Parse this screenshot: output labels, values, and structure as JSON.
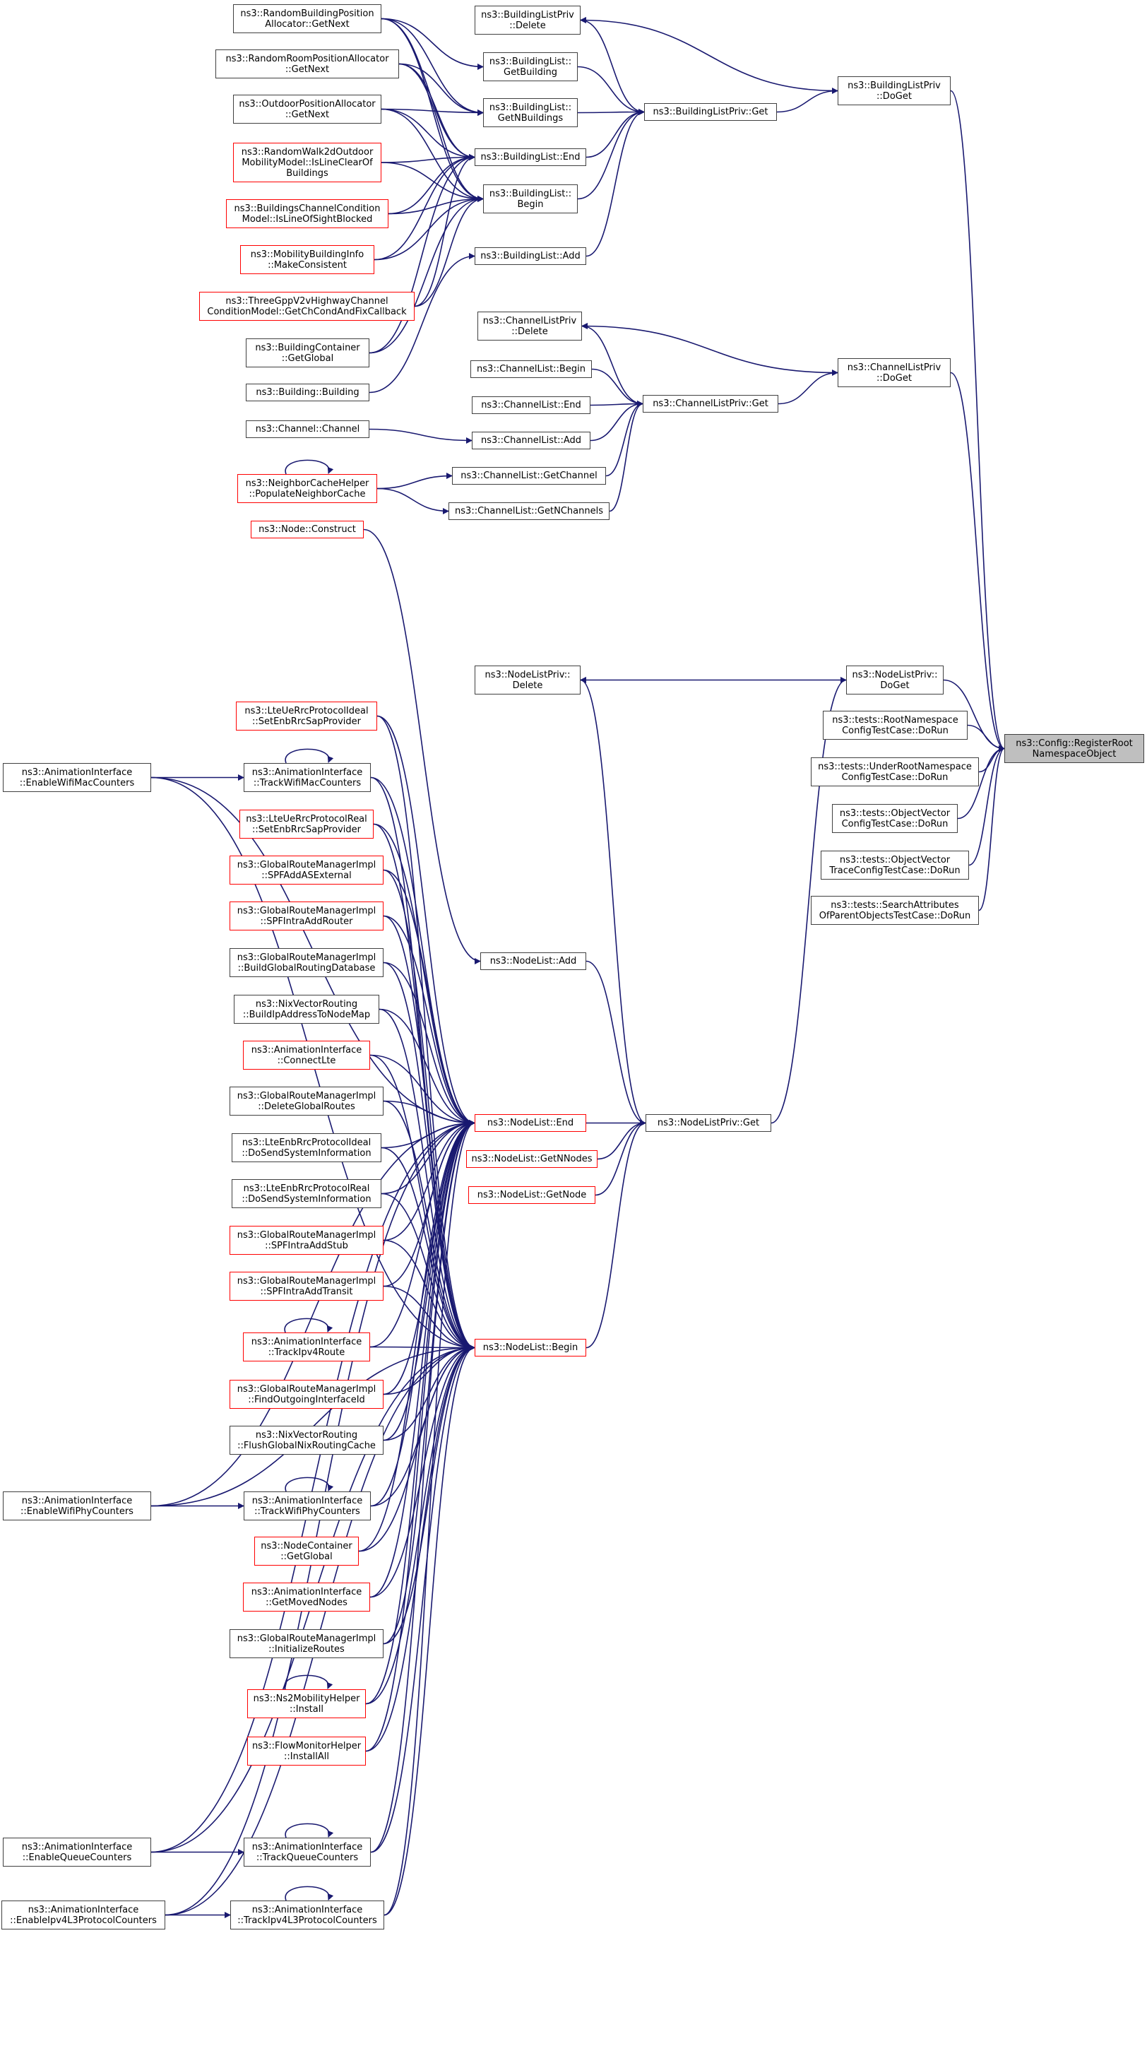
{
  "colors": {
    "edge": "#191970",
    "border": "#404040",
    "truncated_border": "#ff0000",
    "root_fill": "#bfbfbf"
  },
  "nodes": [
    {
      "id": "rbpa",
      "lines": [
        "ns3::RandomBuildingPosition",
        "Allocator::GetNext"
      ],
      "red": false
    },
    {
      "id": "rrpa",
      "lines": [
        "ns3::RandomRoomPositionAllocator",
        "::GetNext"
      ],
      "red": false
    },
    {
      "id": "opa",
      "lines": [
        "ns3::OutdoorPositionAllocator",
        "::GetNext"
      ],
      "red": false
    },
    {
      "id": "rw2d",
      "lines": [
        "ns3::RandomWalk2dOutdoor",
        "MobilityModel::IsLineClearOf",
        "Buildings"
      ],
      "red": true
    },
    {
      "id": "bccm",
      "lines": [
        "ns3::BuildingsChannelCondition",
        "Model::IsLineOfSightBlocked"
      ],
      "red": true
    },
    {
      "id": "mbi",
      "lines": [
        "ns3::MobilityBuildingInfo",
        "::MakeConsistent"
      ],
      "red": true
    },
    {
      "id": "tgpp",
      "lines": [
        "ns3::ThreeGppV2vHighwayChannel",
        "ConditionModel::GetChCondAndFixCallback"
      ],
      "red": true
    },
    {
      "id": "bcont",
      "lines": [
        "ns3::BuildingContainer",
        "::GetGlobal"
      ],
      "red": false
    },
    {
      "id": "bbld",
      "lines": [
        "ns3::Building::Building"
      ],
      "red": false
    },
    {
      "id": "chch",
      "lines": [
        "ns3::Channel::Channel"
      ],
      "red": false
    },
    {
      "id": "nch",
      "lines": [
        "ns3::NeighborCacheHelper",
        "::PopulateNeighborCache"
      ],
      "red": true
    },
    {
      "id": "ncons",
      "lines": [
        "ns3::Node::Construct"
      ],
      "red": true
    },
    {
      "id": "blpdel",
      "lines": [
        "ns3::BuildingListPriv",
        "::Delete"
      ],
      "red": false
    },
    {
      "id": "blgb",
      "lines": [
        "ns3::BuildingList::",
        "GetBuilding"
      ],
      "red": false
    },
    {
      "id": "blgn",
      "lines": [
        "ns3::BuildingList::",
        "GetNBuildings"
      ],
      "red": false
    },
    {
      "id": "blend",
      "lines": [
        "ns3::BuildingList::End"
      ],
      "red": false
    },
    {
      "id": "blbeg",
      "lines": [
        "ns3::BuildingList::",
        "Begin"
      ],
      "red": false
    },
    {
      "id": "bladd",
      "lines": [
        "ns3::BuildingList::Add"
      ],
      "red": false
    },
    {
      "id": "clpdel",
      "lines": [
        "ns3::ChannelListPriv",
        "::Delete"
      ],
      "red": false
    },
    {
      "id": "clbeg",
      "lines": [
        "ns3::ChannelList::Begin"
      ],
      "red": false
    },
    {
      "id": "clend",
      "lines": [
        "ns3::ChannelList::End"
      ],
      "red": false
    },
    {
      "id": "cladd",
      "lines": [
        "ns3::ChannelList::Add"
      ],
      "red": false
    },
    {
      "id": "clgc",
      "lines": [
        "ns3::ChannelList::GetChannel"
      ],
      "red": false
    },
    {
      "id": "clgn",
      "lines": [
        "ns3::ChannelList::GetNChannels"
      ],
      "red": false
    },
    {
      "id": "blpget",
      "lines": [
        "ns3::BuildingListPriv::Get"
      ],
      "red": false
    },
    {
      "id": "clpget",
      "lines": [
        "ns3::ChannelListPriv::Get"
      ],
      "red": false
    },
    {
      "id": "blpdoget",
      "lines": [
        "ns3::BuildingListPriv",
        "::DoGet"
      ],
      "red": false
    },
    {
      "id": "clpdoget",
      "lines": [
        "ns3::ChannelListPriv",
        "::DoGet"
      ],
      "red": false
    },
    {
      "id": "nlpdel",
      "lines": [
        "ns3::NodeListPriv::",
        "Delete"
      ],
      "red": false
    },
    {
      "id": "nlpdoget",
      "lines": [
        "ns3::NodeListPriv::",
        "DoGet"
      ],
      "red": false
    },
    {
      "id": "trns",
      "lines": [
        "ns3::tests::RootNamespace",
        "ConfigTestCase::DoRun"
      ],
      "red": false
    },
    {
      "id": "turns",
      "lines": [
        "ns3::tests::UnderRootNamespace",
        "ConfigTestCase::DoRun"
      ],
      "red": false
    },
    {
      "id": "tov",
      "lines": [
        "ns3::tests::ObjectVector",
        "ConfigTestCase::DoRun"
      ],
      "red": false
    },
    {
      "id": "tovt",
      "lines": [
        "ns3::tests::ObjectVector",
        "TraceConfigTestCase::DoRun"
      ],
      "red": false
    },
    {
      "id": "tsa",
      "lines": [
        "ns3::tests::SearchAttributes",
        "OfParentObjectsTestCase::DoRun"
      ],
      "red": false
    },
    {
      "id": "root",
      "lines": [
        "ns3::Config::RegisterRoot",
        "NamespaceObject"
      ],
      "red": false,
      "root": true
    },
    {
      "id": "aiewmc",
      "lines": [
        "ns3::AnimationInterface",
        "::EnableWifiMacCounters"
      ],
      "red": false
    },
    {
      "id": "aiewpc",
      "lines": [
        "ns3::AnimationInterface",
        "::EnableWifiPhyCounters"
      ],
      "red": false
    },
    {
      "id": "aieqc",
      "lines": [
        "ns3::AnimationInterface",
        "::EnableQueueCounters"
      ],
      "red": false
    },
    {
      "id": "aiei4",
      "lines": [
        "ns3::AnimationInterface",
        "::EnableIpv4L3ProtocolCounters"
      ],
      "red": false
    },
    {
      "id": "lteueideal",
      "lines": [
        "ns3::LteUeRrcProtocolIdeal",
        "::SetEnbRrcSapProvider"
      ],
      "red": true
    },
    {
      "id": "aitwmc",
      "lines": [
        "ns3::AnimationInterface",
        "::TrackWifiMacCounters"
      ],
      "red": false
    },
    {
      "id": "lteuereal",
      "lines": [
        "ns3::LteUeRrcProtocolReal",
        "::SetEnbRrcSapProvider"
      ],
      "red": true
    },
    {
      "id": "grmspfas",
      "lines": [
        "ns3::GlobalRouteManagerImpl",
        "::SPFAddASExternal"
      ],
      "red": true
    },
    {
      "id": "grmspfr",
      "lines": [
        "ns3::GlobalRouteManagerImpl",
        "::SPFIntraAddRouter"
      ],
      "red": true
    },
    {
      "id": "grmbgr",
      "lines": [
        "ns3::GlobalRouteManagerImpl",
        "::BuildGlobalRoutingDatabase"
      ],
      "red": false
    },
    {
      "id": "nixbip",
      "lines": [
        "ns3::NixVectorRouting",
        "::BuildIpAddressToNodeMap"
      ],
      "red": false
    },
    {
      "id": "aiclte",
      "lines": [
        "ns3::AnimationInterface",
        "::ConnectLte"
      ],
      "red": true
    },
    {
      "id": "grmdgr",
      "lines": [
        "ns3::GlobalRouteManagerImpl",
        "::DeleteGlobalRoutes"
      ],
      "red": false
    },
    {
      "id": "lteenbideal",
      "lines": [
        "ns3::LteEnbRrcProtocolIdeal",
        "::DoSendSystemInformation"
      ],
      "red": false
    },
    {
      "id": "lteenbreal",
      "lines": [
        "ns3::LteEnbRrcProtocolReal",
        "::DoSendSystemInformation"
      ],
      "red": false
    },
    {
      "id": "grmspfs",
      "lines": [
        "ns3::GlobalRouteManagerImpl",
        "::SPFIntraAddStub"
      ],
      "red": true
    },
    {
      "id": "grmspft",
      "lines": [
        "ns3::GlobalRouteManagerImpl",
        "::SPFIntraAddTransit"
      ],
      "red": true
    },
    {
      "id": "aiti4r",
      "lines": [
        "ns3::AnimationInterface",
        "::TrackIpv4Route"
      ],
      "red": true
    },
    {
      "id": "grmfoi",
      "lines": [
        "ns3::GlobalRouteManagerImpl",
        "::FindOutgoingInterfaceId"
      ],
      "red": true
    },
    {
      "id": "nixflush",
      "lines": [
        "ns3::NixVectorRouting",
        "::FlushGlobalNixRoutingCache"
      ],
      "red": false
    },
    {
      "id": "aitwpc",
      "lines": [
        "ns3::AnimationInterface",
        "::TrackWifiPhyCounters"
      ],
      "red": false
    },
    {
      "id": "ncgg",
      "lines": [
        "ns3::NodeContainer",
        "::GetGlobal"
      ],
      "red": true
    },
    {
      "id": "aigmn",
      "lines": [
        "ns3::AnimationInterface",
        "::GetMovedNodes"
      ],
      "red": true
    },
    {
      "id": "grmir",
      "lines": [
        "ns3::GlobalRouteManagerImpl",
        "::InitializeRoutes"
      ],
      "red": false
    },
    {
      "id": "ns2mh",
      "lines": [
        "ns3::Ns2MobilityHelper",
        "::Install"
      ],
      "red": true
    },
    {
      "id": "fmhia",
      "lines": [
        "ns3::FlowMonitorHelper",
        "::InstallAll"
      ],
      "red": true
    },
    {
      "id": "aitqc",
      "lines": [
        "ns3::AnimationInterface",
        "::TrackQueueCounters"
      ],
      "red": false
    },
    {
      "id": "aiti4l3",
      "lines": [
        "ns3::AnimationInterface",
        "::TrackIpv4L3ProtocolCounters"
      ],
      "red": false
    },
    {
      "id": "nladd",
      "lines": [
        "ns3::NodeList::Add"
      ],
      "red": false
    },
    {
      "id": "nlend",
      "lines": [
        "ns3::NodeList::End"
      ],
      "red": true
    },
    {
      "id": "nlgn",
      "lines": [
        "ns3::NodeList::GetNNodes"
      ],
      "red": true
    },
    {
      "id": "nlgnode",
      "lines": [
        "ns3::NodeList::GetNode"
      ],
      "red": true
    },
    {
      "id": "nlbeg",
      "lines": [
        "ns3::NodeList::Begin"
      ],
      "red": true
    },
    {
      "id": "nlpget",
      "lines": [
        "ns3::NodeListPriv::Get"
      ],
      "red": false
    }
  ]
}
